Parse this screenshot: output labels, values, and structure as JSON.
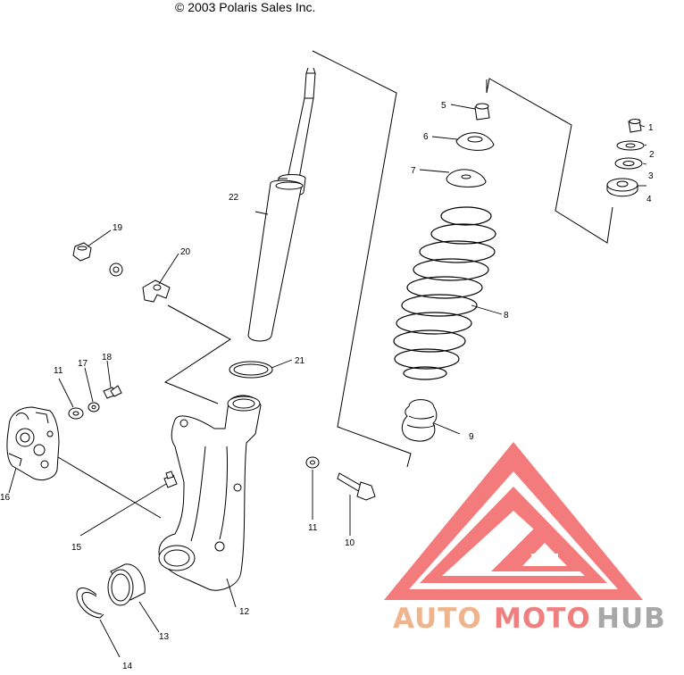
{
  "copyright": "© 2003 Polaris Sales Inc.",
  "callouts": {
    "c1": "1",
    "c2": "2",
    "c3": "3",
    "c4": "4",
    "c5": "5",
    "c6": "6",
    "c7": "7",
    "c8": "8",
    "c9": "9",
    "c10": "10",
    "c11a": "11",
    "c11b": "11",
    "c12": "12",
    "c13": "13",
    "c14": "14",
    "c15": "15",
    "c16": "16",
    "c17": "17",
    "c18": "18",
    "c19": "19",
    "c20": "20",
    "c21": "21",
    "c22": "22"
  },
  "watermark": {
    "part1": "AUTO",
    "part2": "MOTO",
    "part3": "HUB",
    "colors": {
      "auto": "#f0b48c",
      "moto": "#f08080",
      "hub": "#a8a8a8",
      "logo": "#f05a5a"
    }
  }
}
